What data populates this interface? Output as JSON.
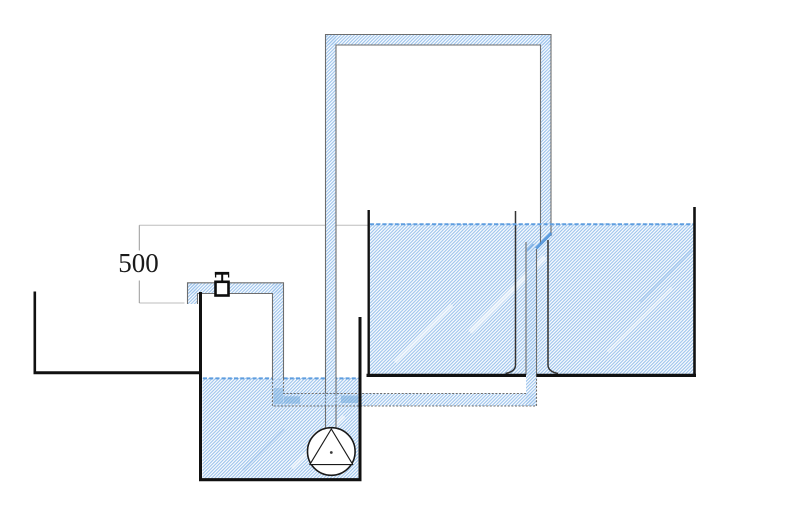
{
  "dimension": {
    "label": "500"
  },
  "colors": {
    "water_hatch": "#9cc3ec",
    "water_surface": "#5e9ddf",
    "pipe_edge": "#6e6e6e",
    "tank_line": "#111111",
    "dimension_line": "#bdbdbd",
    "flow_accent": "#4a90d9",
    "background": "#ffffff"
  },
  "components": [
    "left-open-tank",
    "collection-tank",
    "supply-tank",
    "circulation-pipe-loop",
    "return-pipe",
    "gate-valve",
    "pump",
    "standpipe",
    "height-dimension"
  ]
}
